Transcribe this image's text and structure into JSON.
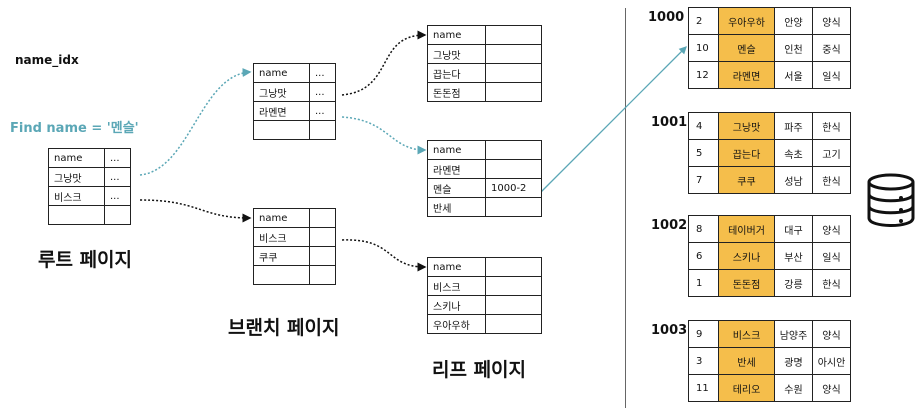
{
  "index_name": "name_idx",
  "query": "Find name = '멘슬'",
  "labels": {
    "root": "루트 페이지",
    "branch": "브랜치 페이지",
    "leaf": "리프 페이지"
  },
  "root": {
    "rows": [
      [
        "name",
        "..."
      ],
      [
        "그낭맛",
        "..."
      ],
      [
        "비스크",
        "..."
      ],
      [
        "",
        ""
      ]
    ]
  },
  "branch1": {
    "rows": [
      [
        "name",
        "..."
      ],
      [
        "그낭맛",
        "..."
      ],
      [
        "라멘면",
        "..."
      ],
      [
        "",
        ""
      ]
    ]
  },
  "branch2": {
    "rows": [
      [
        "name",
        ""
      ],
      [
        "비스크",
        ""
      ],
      [
        "쿠쿠",
        ""
      ],
      [
        "",
        ""
      ]
    ]
  },
  "leaf1": {
    "rows": [
      [
        "name",
        ""
      ],
      [
        "그낭맛",
        ""
      ],
      [
        "끕는다",
        ""
      ],
      [
        "돈돈점",
        ""
      ]
    ]
  },
  "leaf2": {
    "rows": [
      [
        "name",
        ""
      ],
      [
        "라멘면",
        ""
      ],
      [
        "멘슬",
        "1000-2"
      ],
      [
        "반세",
        ""
      ]
    ]
  },
  "leaf3": {
    "rows": [
      [
        "name",
        ""
      ],
      [
        "비스크",
        ""
      ],
      [
        "스키나",
        ""
      ],
      [
        "우아우하",
        ""
      ]
    ]
  },
  "data_pages": [
    {
      "id": "1000",
      "rows": [
        [
          "2",
          "우아우하",
          "안양",
          "양식"
        ],
        [
          "10",
          "멘슬",
          "인천",
          "중식"
        ],
        [
          "12",
          "라멘면",
          "서울",
          "일식"
        ]
      ]
    },
    {
      "id": "1001",
      "rows": [
        [
          "4",
          "그낭맛",
          "파주",
          "한식"
        ],
        [
          "5",
          "끕는다",
          "속초",
          "고기"
        ],
        [
          "7",
          "쿠쿠",
          "성남",
          "한식"
        ]
      ]
    },
    {
      "id": "1002",
      "rows": [
        [
          "8",
          "테이버거",
          "대구",
          "양식"
        ],
        [
          "6",
          "스키나",
          "부산",
          "일식"
        ],
        [
          "1",
          "돈돈점",
          "강릉",
          "한식"
        ]
      ]
    },
    {
      "id": "1003",
      "rows": [
        [
          "9",
          "비스크",
          "남양주",
          "양식"
        ],
        [
          "3",
          "반세",
          "광명",
          "아시안"
        ],
        [
          "11",
          "테리오",
          "수원",
          "양식"
        ]
      ]
    }
  ],
  "colors": {
    "highlight": "#F5BE4B",
    "query": "#5BA7B6",
    "path": "#5BA7B6"
  },
  "icons": {
    "database": "database-icon"
  }
}
